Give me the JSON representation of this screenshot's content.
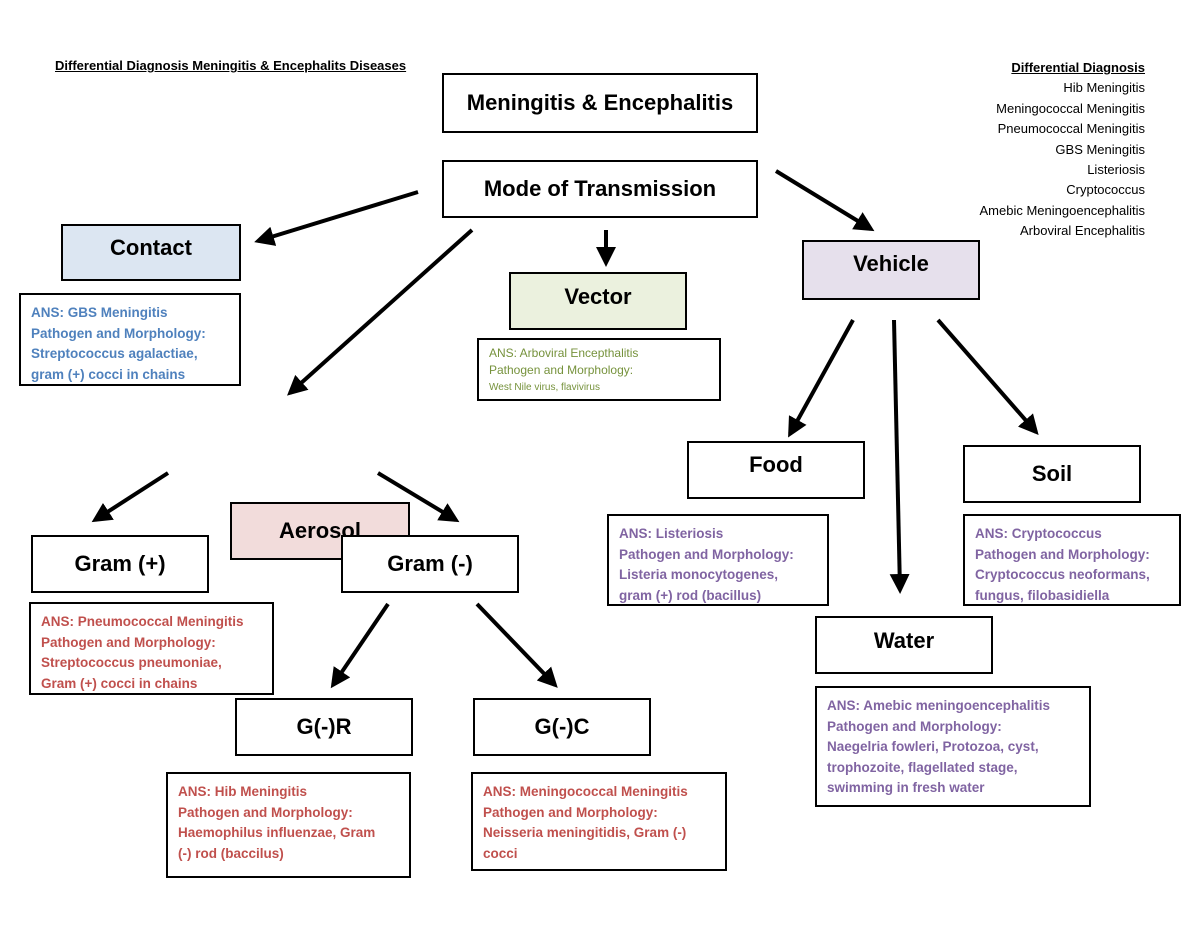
{
  "header": {
    "left_title": "Differential Diagnosis Meningitis & Encephalits Diseases",
    "dd_title": "Differential Diagnosis",
    "dd_items": [
      "Hib Meningitis",
      "Meningococcal Meningitis",
      "Pneumococcal Meningitis",
      "GBS Meningitis",
      "Listeriosis",
      "Cryptococcus",
      "Amebic Meningoencephalitis",
      "Arboviral Encephalitis"
    ]
  },
  "nodes": {
    "main": "Meningitis & Encephalitis",
    "mode": "Mode of Transmission",
    "contact": "Contact",
    "vector": "Vector",
    "vehicle": "Vehicle",
    "aerosol": "Aerosol",
    "gram_pos": "Gram (+)",
    "gram_neg": "Gram (-)",
    "gnr": "G(-)R",
    "gnc": "G(-)C",
    "food": "Food",
    "soil": "Soil",
    "water": "Water"
  },
  "answers": {
    "contact": [
      "ANS:  GBS Meningitis",
      "Pathogen and Morphology:",
      "Streptococcus agalactiae,",
      "gram (+) cocci in chains"
    ],
    "vector": [
      "ANS:  Arboviral Encepthalitis",
      "Pathogen and Morphology:",
      "West Nile virus, flavivirus"
    ],
    "gram_pos": [
      "ANS:  Pneumococcal Meningitis",
      "Pathogen and Morphology:",
      "Streptococcus pneumoniae,",
      "Gram (+) cocci in chains"
    ],
    "gnr": [
      "ANS:  Hib Meningitis",
      "Pathogen and Morphology:",
      "Haemophilus influenzae, Gram",
      "(-) rod (baccilus)"
    ],
    "gnc": [
      "ANS:  Meningococcal Meningitis",
      "Pathogen and Morphology:",
      "Neisseria meningitidis, Gram (-)",
      "cocci"
    ],
    "food": [
      "ANS:  Listeriosis",
      "Pathogen and Morphology:",
      "Listeria monocytogenes,",
      "gram (+) rod (bacillus)"
    ],
    "soil": [
      "ANS:  Cryptococcus",
      "Pathogen and Morphology:",
      "Cryptococcus neoformans,",
      "fungus, filobasidiella"
    ],
    "water": [
      "ANS:  Amebic meningoencephalitis",
      "Pathogen and Morphology:",
      "Naegelria fowleri, Protozoa, cyst,",
      "trophozoite, flagellated stage,",
      "swimming in fresh water"
    ]
  },
  "colors": {
    "contact_fill": "#dce6f2",
    "vector_fill": "#ebf1de",
    "vehicle_fill": "#e6e0ec",
    "aerosol_fill": "#f2dcdb",
    "blue_text": "#4f81bd",
    "green_text": "#76923c",
    "red_text": "#c0504d",
    "purple_text": "#8064a2"
  }
}
